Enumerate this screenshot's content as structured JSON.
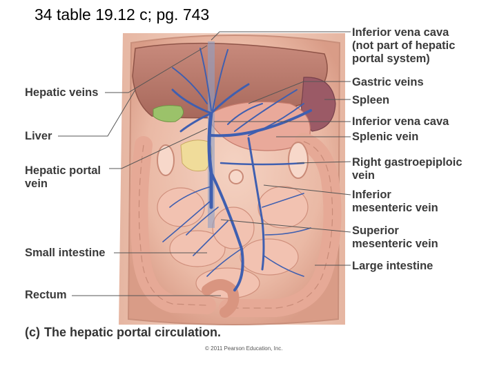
{
  "slide": {
    "title": "34 table 19.12 c; pg. 743"
  },
  "labels_left": {
    "hepatic_veins": "Hepatic veins",
    "liver": "Liver",
    "hepatic_portal_vein_1": "Hepatic portal",
    "hepatic_portal_vein_2": "vein",
    "small_intestine": "Small intestine",
    "rectum": "Rectum"
  },
  "labels_right": {
    "ivc_note_1": "Inferior vena cava",
    "ivc_note_2": "(not part of hepatic",
    "ivc_note_3": "portal system)",
    "gastric_veins": "Gastric veins",
    "spleen": "Spleen",
    "inferior_vena_cava": "Inferior vena cava",
    "splenic_vein": "Splenic vein",
    "right_gastroepiploic_1": "Right gastroepiploic",
    "right_gastroepiploic_2": "vein",
    "inferior_mesenteric_1": "Inferior",
    "inferior_mesenteric_2": "mesenteric vein",
    "superior_mesenteric_1": "Superior",
    "superior_mesenteric_2": "mesenteric vein",
    "large_intestine": "Large intestine"
  },
  "caption": {
    "part": "(c)",
    "text": "The hepatic portal circulation."
  },
  "copyright": "© 2011 Pearson Education, Inc.",
  "colors": {
    "vein_blue": "#3f5fb0",
    "tissue_pink": "#efc2b0",
    "tissue_shadow": "#d8947e",
    "liver_brown": "#b9776a",
    "gallbladder_green": "#9bc26a",
    "pancreas_yellow": "#f0dc9a",
    "leader_line": "#555555"
  }
}
